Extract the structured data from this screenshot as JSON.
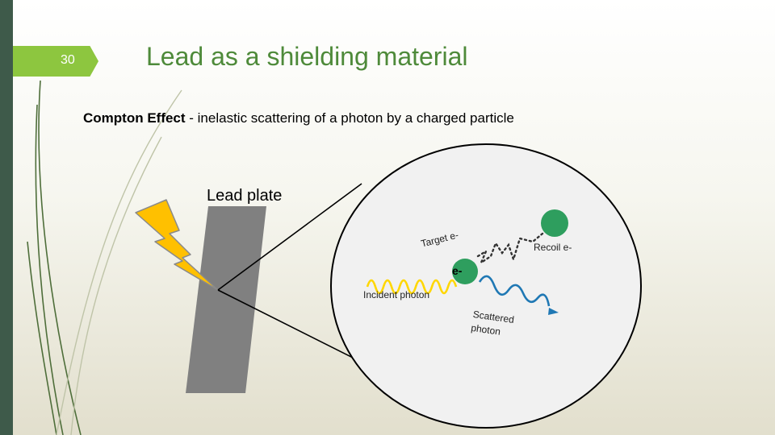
{
  "slide": {
    "number": "30",
    "title": "Lead as a shielding material",
    "subtitle_bold": "Compton Effect",
    "subtitle_rest": " - inelastic scattering of a photon by a charged particle"
  },
  "diagram": {
    "lead_plate_label": "Lead plate",
    "target_label": "Target e-",
    "recoil_label": "Recoil e-",
    "electron_label": "e-",
    "incident_label": "Incident photon",
    "scattered_label_line1": "Scattered",
    "scattered_label_line2": "photon"
  },
  "colors": {
    "accent_green": "#8dc63f",
    "title_green": "#4e8a3a",
    "sidebar": "#3e5a4a",
    "lightning": "#ffc000",
    "plate": "#808080",
    "electron": "#2e9e5e",
    "scattered_wave": "#1f78b4",
    "incident_wave": "#ffd700"
  }
}
